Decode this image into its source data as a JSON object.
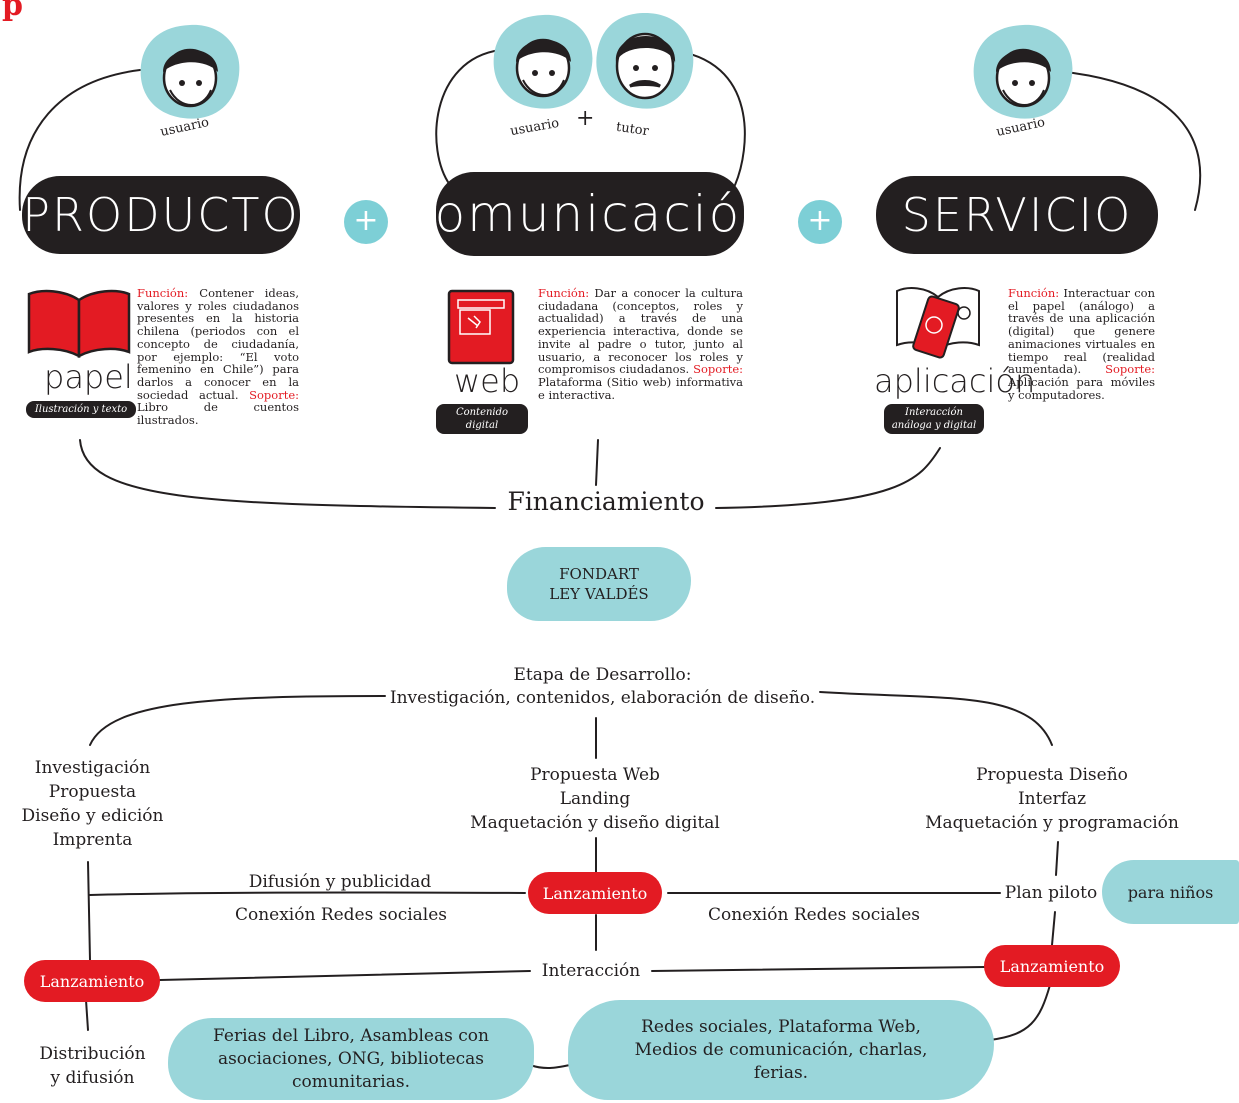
{
  "corner_mark": "p",
  "avatars": {
    "left_label": "usuario",
    "center_left_label": "usuario",
    "center_plus": "+",
    "center_right_label": "tutor",
    "right_label": "usuario"
  },
  "pillars": [
    {
      "title": "PRODUCTO"
    },
    {
      "title": "comunicación"
    },
    {
      "title": "SERVICIO"
    }
  ],
  "plus_signs": [
    "+",
    "+"
  ],
  "products": [
    {
      "word": "papel",
      "tag": "Ilustración y texto",
      "funcion_label": "Función:",
      "funcion_text": " Contener ideas, valores y roles ciudadanos presentes en la historia chilena (periodos con el concepto de ciudadanía, por ejemplo: “El voto femenino en Chile”) para darlos a conocer en la sociedad actual.",
      "soporte_label": "Soporte:",
      "soporte_text": " Libro de cuentos ilustrados."
    },
    {
      "word": "web",
      "tag": "Contenido digital",
      "funcion_label": "Función:",
      "funcion_text": " Dar a conocer la cultura ciudadana (conceptos, roles y actualidad) a través de una experiencia interactiva, donde se invite al padre o tutor, junto al usuario, a reconocer los roles y compromisos ciudadanos.",
      "soporte_label": "Soporte:",
      "soporte_text": " Plataforma (Sitio web) informativa e interactiva."
    },
    {
      "word": "aplicación",
      "tag": "Interacción análoga y digital",
      "funcion_label": "Función:",
      "funcion_text": " Interactuar con el papel (análogo) a través de una aplicación (digital) que genere animaciones virtuales en tiempo real (realidad aumentada).",
      "soporte_label": "Soporte:",
      "soporte_text": " Aplicación para móviles y computadores."
    }
  ],
  "financiamiento": {
    "label": "Financiamiento",
    "blob_line1": "FONDART",
    "blob_line2": "LEY VALDÉS"
  },
  "etapa": {
    "line1": "Etapa de Desarrollo:",
    "line2": "Investigación, contenidos, elaboración de diseño."
  },
  "left_column": [
    "Investigación",
    "Propuesta",
    "Diseño y edición",
    "Imprenta"
  ],
  "center_column": [
    "Propuesta Web",
    "Landing",
    "Maquetación y diseño digital"
  ],
  "right_column": [
    "Propuesta Diseño",
    "Interfaz",
    "Maquetación y programación"
  ],
  "difusion_publicidad": "Difusión y publicidad",
  "conexion_left": "Conexión Redes sociales",
  "conexion_right": "Conexión Redes sociales",
  "lanzamiento_center": "Lanzamiento",
  "lanzamiento_left": "Lanzamiento",
  "lanzamiento_right": "Lanzamiento",
  "plan_piloto": "Plan piloto",
  "para_ninos": "para niños",
  "interaccion": "Interacción",
  "distribucion_line1": "Distribución",
  "distribucion_line2": "y difusión",
  "ferias": "Ferias del Libro, Asambleas con asociaciones, ONG, bibliotecas comunitarias.",
  "redes": "Redes sociales, Plataforma Web, Medios de comunicación, charlas, ferias.",
  "colors": {
    "red": "#e31b23",
    "teal": "#9ad6da",
    "black": "#231f20"
  }
}
